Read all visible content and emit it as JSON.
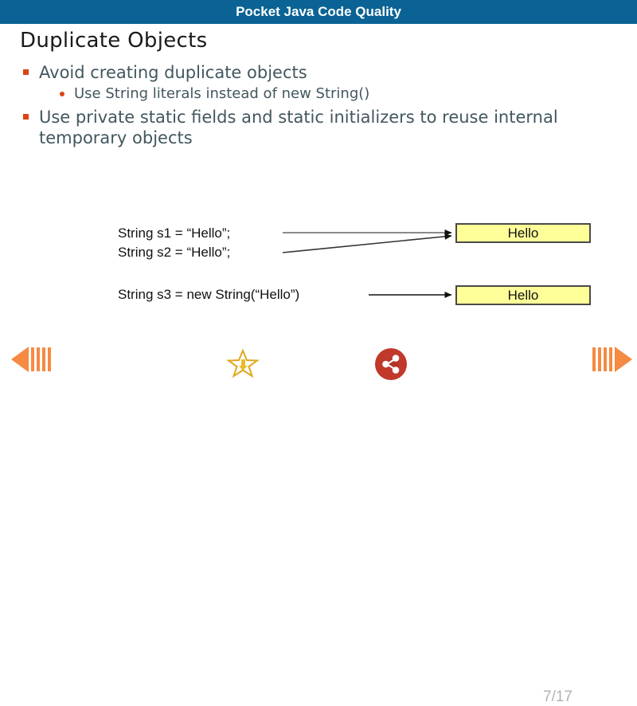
{
  "header": {
    "title": "Pocket Java Code Quality",
    "background_color": "#0a6394",
    "text_color": "#ffffff"
  },
  "slide": {
    "title": "Duplicate Objects",
    "title_color": "#1a1a1a",
    "body_text_color": "#42575e",
    "bullet_marker_color": "#d94513",
    "bullets": [
      {
        "level": 1,
        "text": "Avoid creating duplicate objects",
        "marker": "square-bullet-icon"
      },
      {
        "level": 2,
        "text": "Use String literals instead of new String()",
        "marker": "round-bullet-icon"
      },
      {
        "level": 1,
        "text": "Use private static fields and static initializers to reuse internal temporary objects",
        "marker": "square-bullet-icon"
      }
    ],
    "diagram": {
      "code_lines": [
        {
          "id": "s1",
          "text": "String s1 = “Hello”;"
        },
        {
          "id": "s2",
          "text": "String s2 = “Hello”;"
        },
        {
          "id": "s3",
          "text": "String s3 = new String(“Hello”)"
        }
      ],
      "boxes": [
        {
          "id": "box1",
          "label": "Hello",
          "fill": "#ffff99",
          "border": "#4a4a4a"
        },
        {
          "id": "box2",
          "label": "Hello",
          "fill": "#ffff99",
          "border": "#4a4a4a"
        }
      ],
      "arrow_color": "#111111"
    }
  },
  "footer": {
    "prev_label": "Previous slide",
    "next_label": "Next slide",
    "star_label": "Favorite",
    "share_label": "Share",
    "page_counter": "7/17",
    "page_counter_color": "#b3b3b3",
    "nav_arrow_color": "#f58a42",
    "star_color": "#e0a81e",
    "share_color": "#c0392b"
  }
}
